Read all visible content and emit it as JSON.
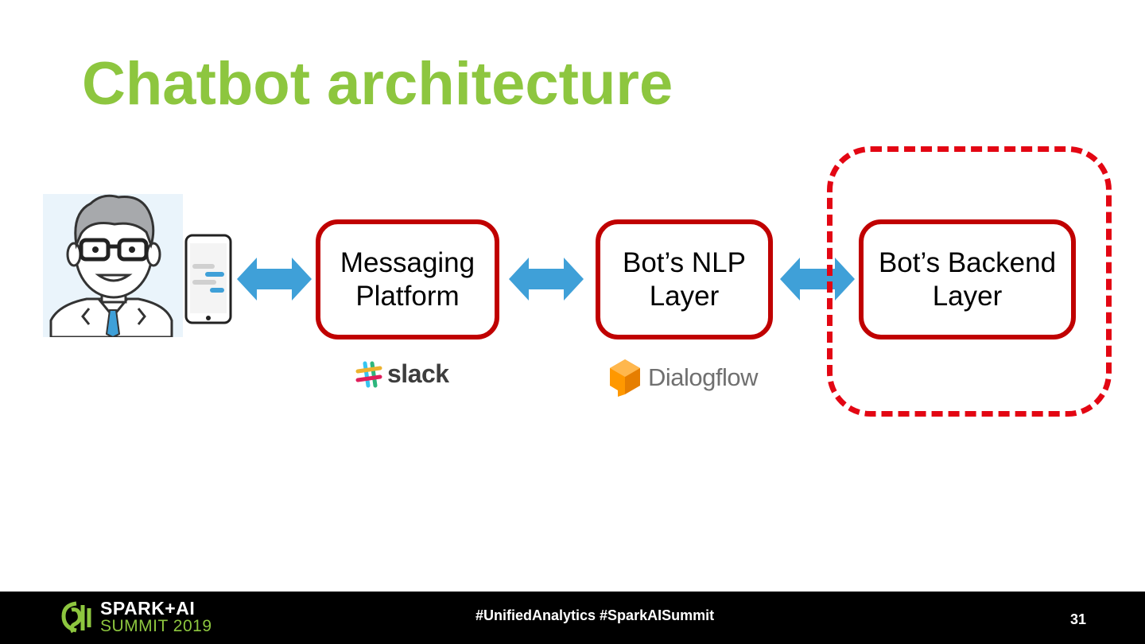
{
  "slide": {
    "title": "Chatbot architecture",
    "page_number": "31"
  },
  "diagram": {
    "nodes": [
      {
        "id": "messaging",
        "line1": "Messaging",
        "line2": "Platform"
      },
      {
        "id": "nlp",
        "line1": "Bot’s NLP",
        "line2": "Layer"
      },
      {
        "id": "backend",
        "line1": "Bot’s Backend",
        "line2": "Layer"
      }
    ],
    "logos": {
      "slack": "slack",
      "dialogflow": "Dialogflow"
    },
    "colors": {
      "title": "#8dc63f",
      "box_border": "#c00000",
      "highlight_border": "#e30613",
      "arrow": "#3fa0d8"
    }
  },
  "footer": {
    "brand_line1": "SPARK+AI",
    "brand_line2": "SUMMIT 2019",
    "hashtags": "#UnifiedAnalytics #SparkAISummit"
  }
}
